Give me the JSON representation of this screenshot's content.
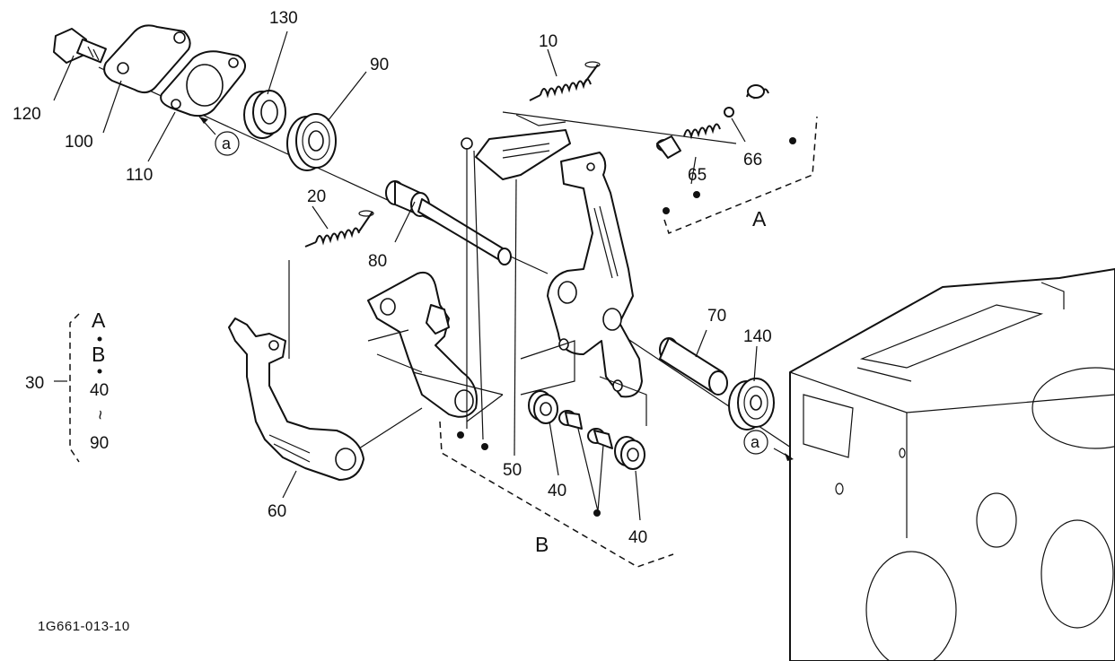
{
  "diagram": {
    "labels": {
      "p10": "10",
      "p20": "20",
      "p30": "30",
      "p40a": "40",
      "p40b": "40",
      "p50": "50",
      "p60": "60",
      "p65": "65",
      "p66": "66",
      "p70": "70",
      "p80": "80",
      "p90": "90",
      "p100": "100",
      "p110": "110",
      "p120": "120",
      "p130": "130",
      "p140": "140",
      "groupA": "A",
      "groupB": "B",
      "markA": "a",
      "markB": "a"
    },
    "legend": {
      "line1": "A",
      "line2": "B",
      "line3": "40",
      "line4": "~",
      "line5": "90"
    },
    "drawing_code": "1G661-013-10"
  }
}
